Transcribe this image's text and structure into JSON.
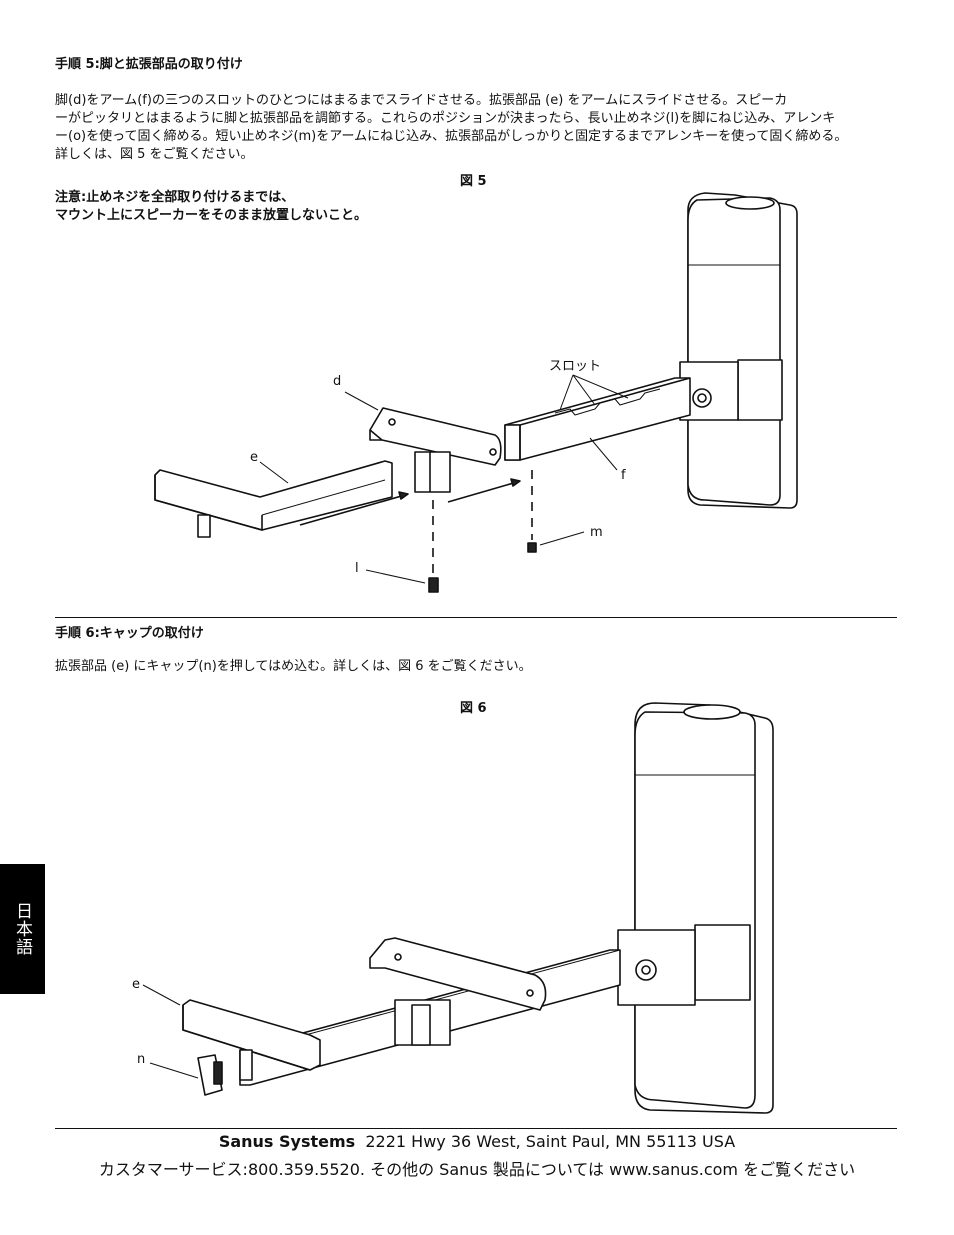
{
  "step5": {
    "heading": "手順 5:脚と拡張部品の取り付け",
    "lines": [
      "脚(d)をアーム(f)の三つのスロットのひとつにはまるまでスライドさせる。拡張部品 (e) をアームにスライドさせる。スピーカ",
      "ーがピッタリとはまるように脚と拡張部品を調節する。これらのポジションが決まったら、長い止めネジ(l)を脚にねじ込み、アレンキ",
      "ー(o)を使って固く締める。短い止めネジ(m)をアームにねじ込み、拡張部品がしっかりと固定するまでアレンキーを使って固く締める。",
      "詳しくは、図 5 をご覧ください。"
    ],
    "figure_label": "図 5",
    "warning_lines": [
      "注意:止めネジを全部取り付けるまでは、",
      "マウント上にスピーカーをそのまま放置しないこと。"
    ],
    "callouts": {
      "slot": "スロット",
      "d": "d",
      "e": "e",
      "f": "f",
      "m": "m",
      "l": "l"
    }
  },
  "step6": {
    "heading": "手順 6:キャップの取付け",
    "text": "拡張部品 (e) にキャップ(n)を押してはめ込む。詳しくは、図 6 をご覧ください。",
    "figure_label": "図 6",
    "callouts": {
      "e": "e",
      "n": "n"
    }
  },
  "footer": {
    "company": "Sanus Systems",
    "address": "2221 Hwy 36 West, Saint Paul, MN 55113 USA",
    "service": "カスタマーサービス:800.359.5520. その他の Sanus 製品については www.sanus.com をご覧ください"
  },
  "side_tab": {
    "label": "日本語"
  }
}
